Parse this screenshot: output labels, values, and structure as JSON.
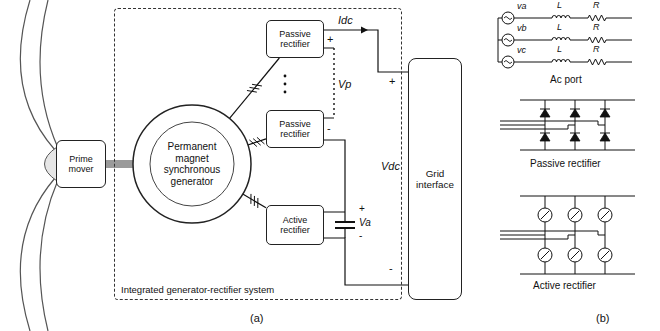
{
  "diagram": {
    "nodes": [
      {
        "text": [
          "Prime mover"
        ]
      },
      {
        "text": [
          "Integrated generator-rectifier system"
        ]
      },
      {
        "text": [
          "Permanent magnet synchronous generator"
        ],
        "in": 1
      },
      {
        "text": [
          "Passive rectifier"
        ],
        "in": 1
      },
      {
        "text": [
          "Passive rectifier"
        ],
        "in": 1
      },
      {
        "text": [
          "Active rectifier"
        ],
        "in": 1
      },
      {
        "text": [
          "Grid interface"
        ]
      }
    ],
    "edges": [
      {
        "from": 0,
        "to": 2,
        "arrow": "none"
      },
      {
        "from": 2,
        "to": 3,
        "arrow": "none"
      },
      {
        "from": 2,
        "to": 4,
        "arrow": "none"
      },
      {
        "from": 2,
        "to": 5,
        "arrow": "none"
      },
      {
        "from": 3,
        "to": 6,
        "arrow": "none"
      },
      {
        "from": 5,
        "to": 6,
        "arrow": "none"
      }
    ],
    "labels": [
      "Idc",
      "+",
      "+",
      "Vp",
      "-",
      "Vdc",
      "+",
      "Va",
      "-",
      "-",
      "(a)",
      "va",
      "vb",
      "vc",
      "L",
      "R",
      "L",
      "R",
      "L",
      "R",
      "Ac port",
      "Passive rectifier",
      "Active rectifier",
      "(b)"
    ]
  }
}
